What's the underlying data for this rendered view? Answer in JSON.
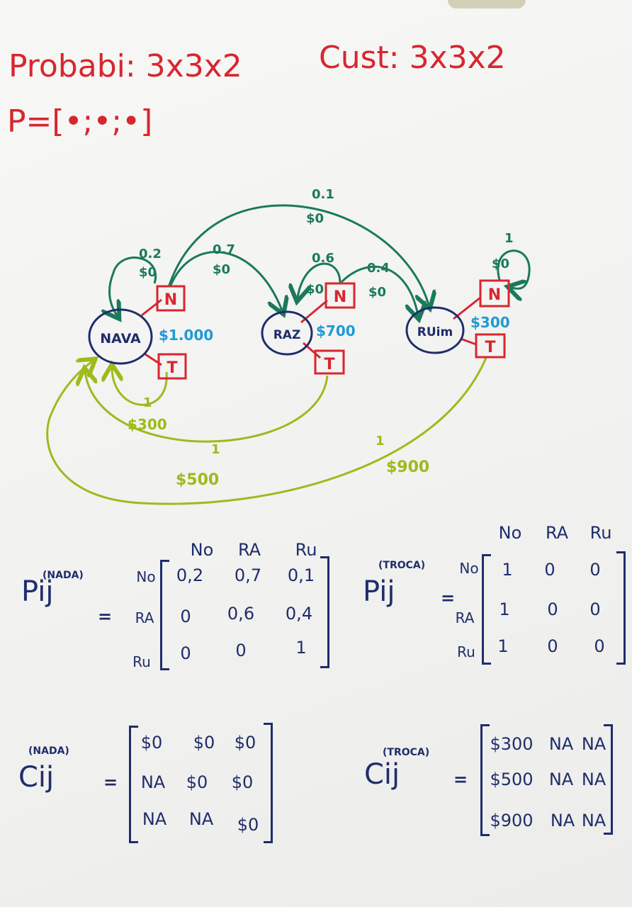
{
  "header": {
    "probabilities": "Probabi: 3x3x2",
    "costs": "Cust: 3x3x2",
    "policy": "P=[•;•;•]"
  },
  "states": [
    {
      "name": "NAVA",
      "reward": "$1.000"
    },
    {
      "name": "RAZ",
      "reward": "$700"
    },
    {
      "name": "RUim",
      "reward": "$300"
    }
  ],
  "actions": {
    "nothing": "N",
    "replace": "T"
  },
  "transitions": {
    "nova_self": {
      "prob": "0.2",
      "cost": "$0"
    },
    "nova_raz": {
      "prob": "0.7",
      "cost": "$0"
    },
    "nova_ruim": {
      "prob": "0.1",
      "cost": "$0"
    },
    "raz_self": {
      "prob": "0.6",
      "cost": "$0"
    },
    "raz_ruim": {
      "prob": "0.4",
      "cost": "$0"
    },
    "ruim_self": {
      "prob": "1",
      "cost": "$0"
    },
    "nova_troca": {
      "prob": "1",
      "cost": "$300"
    },
    "raz_troca": {
      "prob": "1",
      "cost": "$500"
    },
    "ruim_troca": {
      "prob": "1",
      "cost": "$900"
    }
  },
  "matrices": {
    "p_nada": {
      "symbol": "Pij",
      "superscript": "(NADA)",
      "col_headers": [
        "No",
        "RA",
        "Ru"
      ],
      "row_headers": [
        "No",
        "RA",
        "Ru"
      ],
      "rows": [
        [
          "0,2",
          "0,7",
          "0,1"
        ],
        [
          "0",
          "0,6",
          "0,4"
        ],
        [
          "0",
          "0",
          "1"
        ]
      ]
    },
    "p_troca": {
      "symbol": "Pij",
      "superscript": "(TROCA)",
      "col_headers": [
        "No",
        "RA",
        "Ru"
      ],
      "row_headers": [
        "No",
        "RA",
        "Ru"
      ],
      "rows": [
        [
          "1",
          "0",
          "0"
        ],
        [
          "1",
          "0",
          "0"
        ],
        [
          "1",
          "0",
          "0"
        ]
      ]
    },
    "c_nada": {
      "symbol": "Cij",
      "superscript": "(NADA)",
      "rows": [
        [
          "$0",
          "$0",
          "$0"
        ],
        [
          "NA",
          "$0",
          "$0"
        ],
        [
          "NA",
          "NA",
          "$0"
        ]
      ]
    },
    "c_troca": {
      "symbol": "Cij",
      "superscript": "(TROCA)",
      "rows": [
        [
          "$300",
          "NA",
          "NA"
        ],
        [
          "$500",
          "NA",
          "NA"
        ],
        [
          "$900",
          "NA",
          "NA"
        ]
      ]
    }
  },
  "colors": {
    "marker_red": "#d8262f",
    "marker_navy": "#1f2d6b",
    "marker_green": "#1a7a5a",
    "marker_lime": "#9cbb1c",
    "marker_cyan": "#1f9ad6"
  }
}
